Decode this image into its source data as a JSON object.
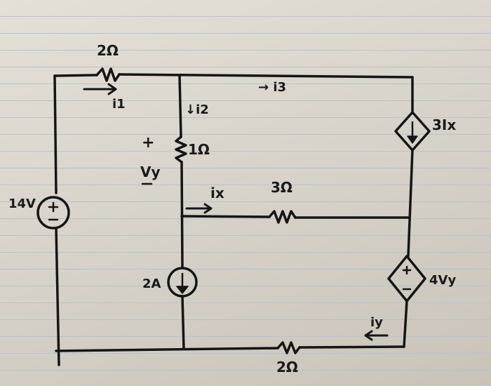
{
  "labels": {
    "r_top": "2Ω",
    "i1": "i1",
    "i2": "↓i2",
    "i3": "→ i3",
    "r_mid": "1Ω",
    "vy_plus": "+",
    "vy": "Vy",
    "vs": "14V",
    "ix": "ix",
    "r_3": "3Ω",
    "cs": "2A",
    "ccs": "3Ix",
    "vcs": "4Vy",
    "iy": "iy",
    "r_bot": "2Ω"
  }
}
